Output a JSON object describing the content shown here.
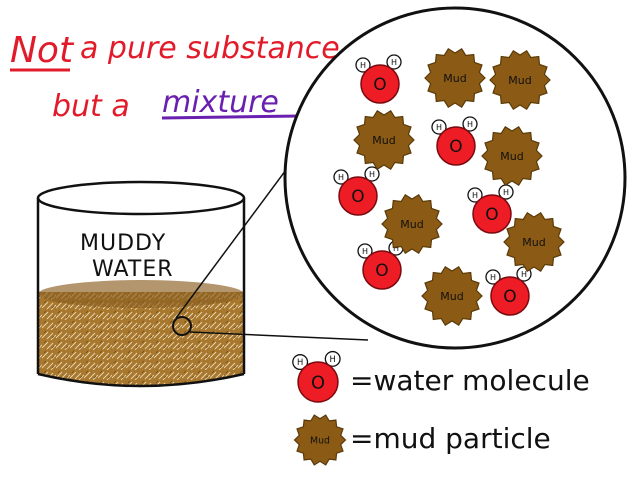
{
  "title": {
    "line1_emphasis": "Not",
    "line1_rest": "a pure substance",
    "line2_prefix": "but a",
    "line2_emphasis": "mixture"
  },
  "beaker": {
    "label_line1": "MUDDY",
    "label_line2": "WATER"
  },
  "molecules": {
    "oxygen_label": "O",
    "hydrogen_label": "H",
    "mud_label": "Mud"
  },
  "legend": {
    "water_text": "=water molecule",
    "mud_text": "=mud particle"
  },
  "colors": {
    "title_red": "#e21b2a",
    "title_purple": "#6a1fb0",
    "oxygen_red": "#ee1c25",
    "mud_brown": "#8b5a14",
    "mud_fill": "#a8762a",
    "ink": "#111111"
  }
}
